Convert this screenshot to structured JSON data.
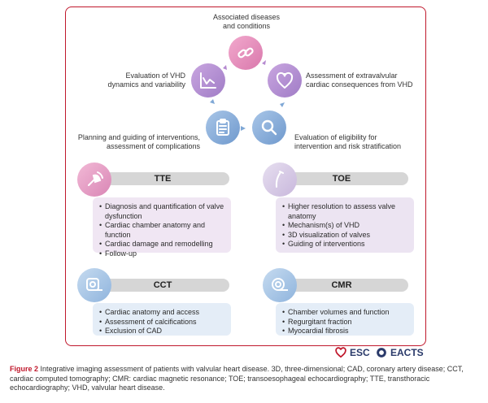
{
  "cycle": {
    "top": {
      "label_line1": "Associated diseases",
      "label_line2": "and conditions",
      "icon": "chain-link-icon"
    },
    "left_upper": {
      "label_line1": "Evaluation of VHD",
      "label_line2": "dynamics and variability",
      "icon": "trend-chart-icon"
    },
    "right_upper": {
      "label_line1": "Assessment of extravalvular",
      "label_line2": "cardiac consequences from VHD",
      "icon": "heart-icon"
    },
    "left_lower": {
      "label_line1": "Planning and guiding of interventions,",
      "label_line2": "assessment of complications",
      "icon": "clipboard-icon"
    },
    "right_lower": {
      "label_line1": "Evaluation of eligibility for",
      "label_line2": "intervention and risk stratification",
      "icon": "magnifier-icon"
    }
  },
  "modalities": {
    "tte": {
      "title": "TTE",
      "items": [
        "Diagnosis and quantification of valve dysfunction",
        "Cardiac chamber anatomy and function",
        "Cardiac damage and remodelling",
        "Follow-up"
      ]
    },
    "toe": {
      "title": "TOE",
      "items": [
        "Higher resolution to assess valve anatomy",
        "Mechanism(s) of VHD",
        "3D visualization of valves",
        "Guiding of interventions"
      ]
    },
    "cct": {
      "title": "CCT",
      "items": [
        "Cardiac anatomy and access",
        "Assessment of calcifications",
        "Exclusion of CAD"
      ]
    },
    "cmr": {
      "title": "CMR",
      "items": [
        "Chamber volumes and function",
        "Regurgitant fraction",
        "Myocardial fibrosis"
      ]
    }
  },
  "logos": {
    "esc": "ESC",
    "eacts": "EACTS"
  },
  "caption": {
    "figure_label": "Figure 2",
    "text": " Integrative imaging assessment of patients with valvular heart disease. 3D, three-dimensional; CAD, coronary artery disease; CCT, cardiac computed tomography; CMR: cardiac magnetic resonance; TOE; transoesophageal echocardiography; TTE, transthoracic echocardiography; VHD, valvular heart disease."
  },
  "colors": {
    "frame": "#c0182c",
    "pink": "#e28fb8",
    "purple": "#b58ad0",
    "blue": "#7fa8d6",
    "tte_box": "#f0e6f3",
    "toe_box": "#ece4f2",
    "cct_box": "#e4edf7",
    "cmr_box": "#e4edf7"
  }
}
